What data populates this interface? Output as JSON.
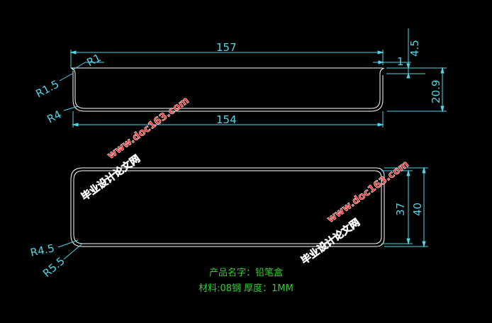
{
  "drawing": {
    "top_view": {
      "overall_length": "157",
      "inner_length": "154",
      "offset": "1",
      "lip_height": "4.5",
      "height": "20.9",
      "radius_a": "R1",
      "radius_b": "R1.5",
      "radius_c": "R4"
    },
    "bottom_view": {
      "inner_width": "37",
      "outer_width": "40",
      "radius_a": "R4.5",
      "radius_b": "R5.5"
    }
  },
  "watermark": {
    "site": "www.doc163.com",
    "text": "毕业设计论文网"
  },
  "info": {
    "product_line": "产品名字：铅笔盒",
    "material_line": "材料:08钢   厚度：1MM"
  },
  "colors": {
    "line": "#ffffff",
    "dimension": "#4fd6e6",
    "watermark": "#ff2020",
    "info_text": "#38c838"
  }
}
